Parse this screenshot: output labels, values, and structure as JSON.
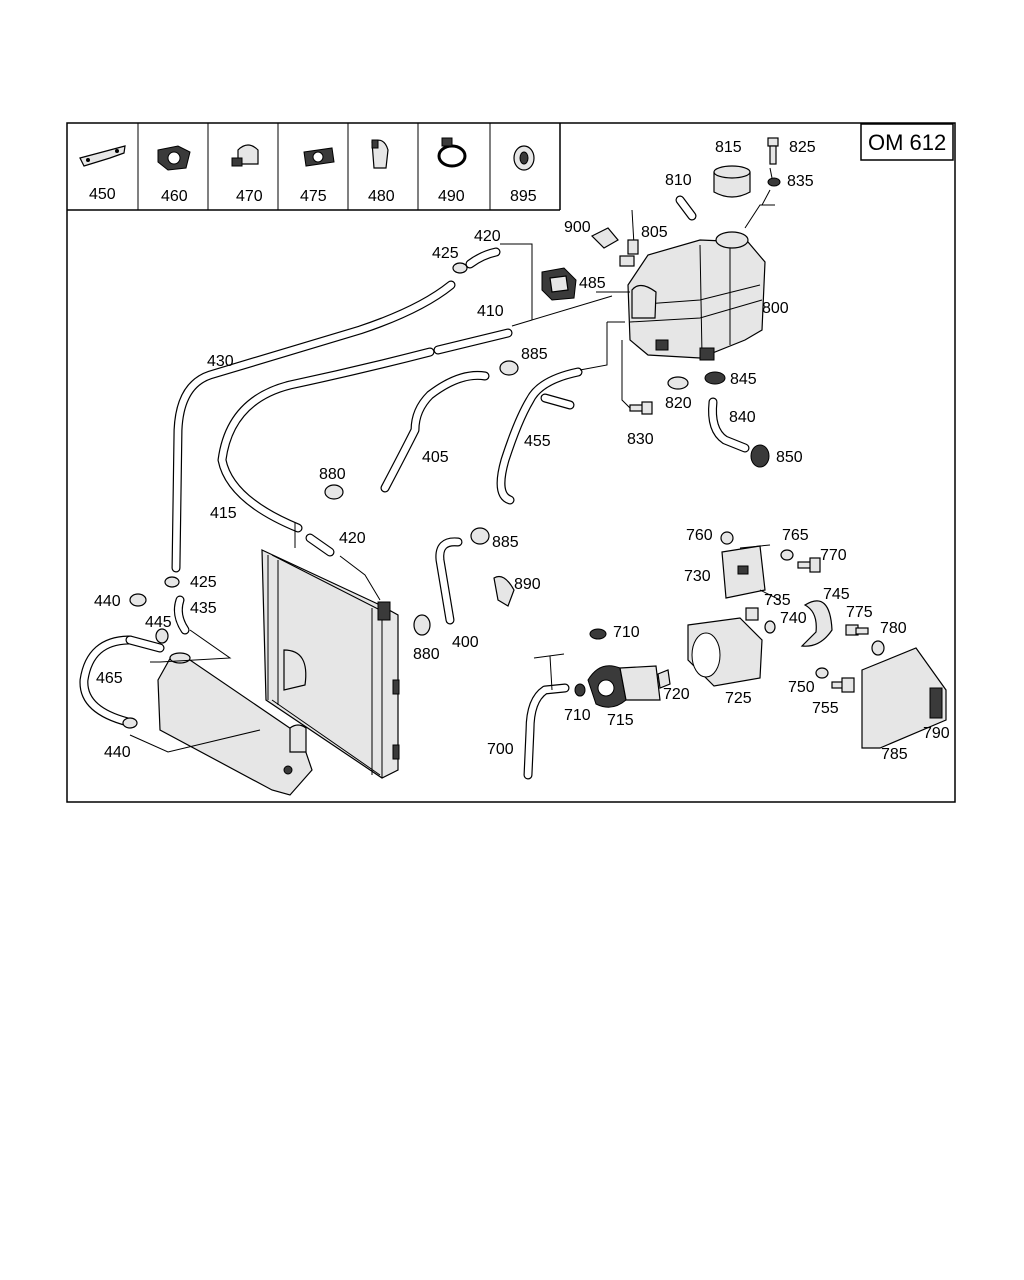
{
  "reference_box": {
    "label": "OM 612"
  },
  "legend_items": [
    {
      "number": "450",
      "icon": "bracket-icon"
    },
    {
      "number": "460",
      "icon": "clamp-clip-icon"
    },
    {
      "number": "470",
      "icon": "holder-clip-icon"
    },
    {
      "number": "475",
      "icon": "double-holder-icon"
    },
    {
      "number": "480",
      "icon": "spring-clip-icon"
    },
    {
      "number": "490",
      "icon": "hose-clamp-icon"
    },
    {
      "number": "895",
      "icon": "grommet-icon"
    }
  ],
  "callouts": {
    "c400": "400",
    "c405": "405",
    "c410": "410",
    "c415": "415",
    "c420a": "420",
    "c420b": "420",
    "c425a": "425",
    "c425b": "425",
    "c430": "430",
    "c435": "435",
    "c440a": "440",
    "c440b": "440",
    "c445": "445",
    "c455": "455",
    "c465": "465",
    "c485": "485",
    "c700": "700",
    "c710a": "710",
    "c710b": "710",
    "c715": "715",
    "c720": "720",
    "c725": "725",
    "c730": "730",
    "c735": "735",
    "c740": "740",
    "c745": "745",
    "c750": "750",
    "c755": "755",
    "c760": "760",
    "c765": "765",
    "c770": "770",
    "c775": "775",
    "c780": "780",
    "c785": "785",
    "c790": "790",
    "c800": "800",
    "c805": "805",
    "c810": "810",
    "c815": "815",
    "c820": "820",
    "c825": "825",
    "c830": "830",
    "c835": "835",
    "c840": "840",
    "c845": "845",
    "c850": "850",
    "c880a": "880",
    "c880b": "880",
    "c885a": "885",
    "c885b": "885",
    "c890": "890",
    "c900": "900"
  }
}
